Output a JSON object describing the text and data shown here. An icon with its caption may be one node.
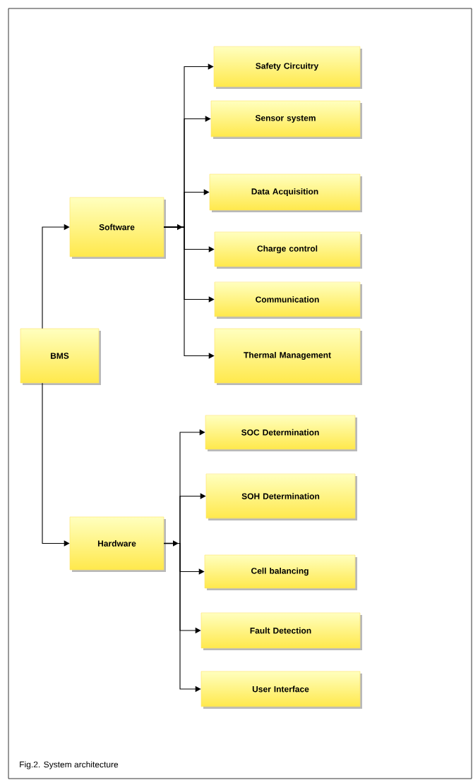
{
  "diagram": {
    "caption": "Fig.2. System architecture",
    "nodes": [
      {
        "text": [
          "BMS"
        ]
      },
      {
        "text": [
          "Software"
        ]
      },
      {
        "text": [
          "Safety Circuitry"
        ]
      },
      {
        "text": [
          "Sensor system"
        ]
      },
      {
        "text": [
          "Data Acquisition"
        ]
      },
      {
        "text": [
          "Charge control"
        ]
      },
      {
        "text": [
          "Communication"
        ]
      },
      {
        "text": [
          "Thermal Management"
        ]
      },
      {
        "text": [
          "Hardware"
        ]
      },
      {
        "text": [
          "SOC Determination"
        ]
      },
      {
        "text": [
          "SOH Determination"
        ]
      },
      {
        "text": [
          "Cell balancing"
        ]
      },
      {
        "text": [
          "Fault Detection"
        ]
      },
      {
        "text": [
          "User Interface"
        ]
      }
    ],
    "edges": [
      {
        "from": 0,
        "to": 1,
        "arrow": "to"
      },
      {
        "from": 0,
        "to": 8,
        "arrow": "to"
      },
      {
        "from": 1,
        "to": 2,
        "arrow": "to"
      },
      {
        "from": 1,
        "to": 3,
        "arrow": "to"
      },
      {
        "from": 1,
        "to": 4,
        "arrow": "to"
      },
      {
        "from": 1,
        "to": 5,
        "arrow": "to"
      },
      {
        "from": 1,
        "to": 6,
        "arrow": "to"
      },
      {
        "from": 1,
        "to": 7,
        "arrow": "to"
      },
      {
        "from": 8,
        "to": 9,
        "arrow": "to"
      },
      {
        "from": 8,
        "to": 10,
        "arrow": "to"
      },
      {
        "from": 8,
        "to": 11,
        "arrow": "to"
      },
      {
        "from": 8,
        "to": 12,
        "arrow": "to"
      },
      {
        "from": 8,
        "to": 13,
        "arrow": "to"
      }
    ]
  }
}
